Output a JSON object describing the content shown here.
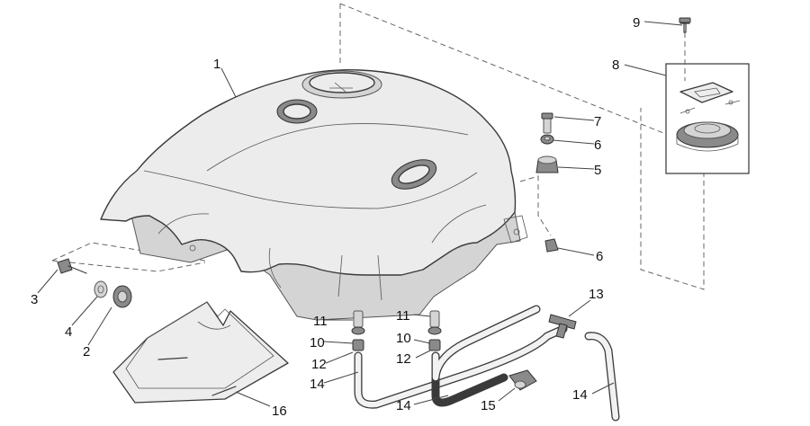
{
  "callouts": {
    "c1": "1",
    "c2": "2",
    "c3": "3",
    "c4": "4",
    "c5": "5",
    "c6a": "6",
    "c6b": "6",
    "c7": "7",
    "c8": "8",
    "c9": "9",
    "c10a": "10",
    "c10b": "10",
    "c11a": "11",
    "c11b": "11",
    "c12a": "12",
    "c12b": "12",
    "c13": "13",
    "c14a": "14",
    "c14b": "14",
    "c14c": "14",
    "c15": "15",
    "c16": "16"
  },
  "colors": {
    "line": "#3a3a3a",
    "fill": "#ececec",
    "background": "#ffffff"
  }
}
